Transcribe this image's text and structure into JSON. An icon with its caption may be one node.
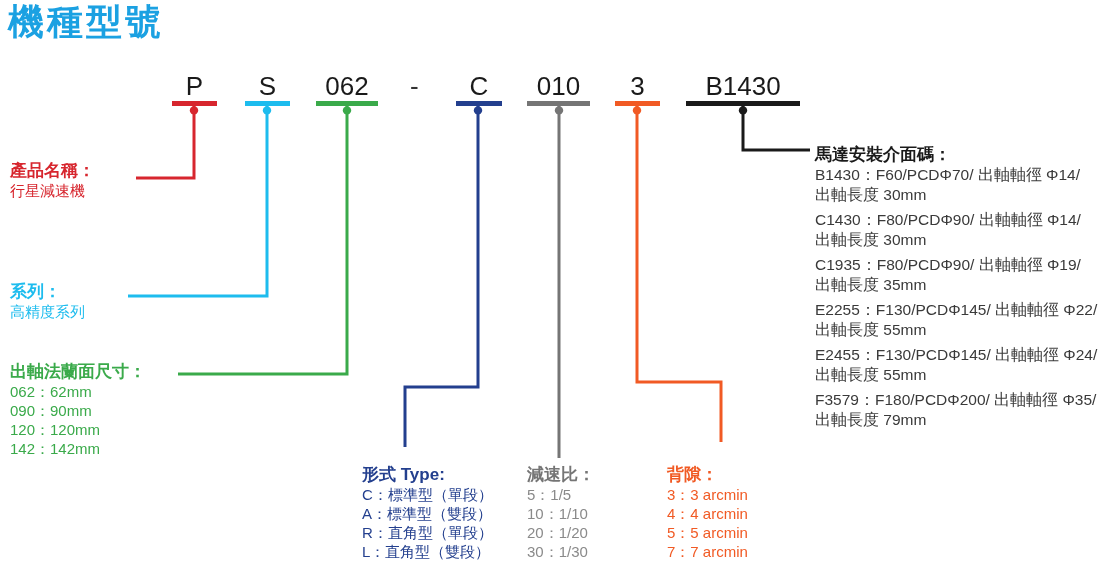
{
  "diagram": {
    "title": "機種型號",
    "nodes": [
      {
        "text": [
          "P"
        ]
      },
      {
        "text": [
          "S"
        ]
      },
      {
        "text": [
          "062"
        ]
      },
      {
        "text": [
          "C"
        ]
      },
      {
        "text": [
          "010"
        ]
      },
      {
        "text": [
          "3"
        ]
      },
      {
        "text": [
          "B1430"
        ]
      },
      {
        "text": [
          "產品名稱：",
          "行星減速機"
        ]
      },
      {
        "text": [
          "系列：",
          "高精度系列"
        ]
      },
      {
        "text": [
          "出軸法蘭面尺寸：",
          "062：62mm",
          "090：90mm",
          "120：120mm",
          "142：142mm"
        ]
      },
      {
        "text": [
          "形式 Type:",
          "C：標準型（單段）",
          "A：標準型（雙段）",
          "R：直角型（單段）",
          "L：直角型（雙段）"
        ]
      },
      {
        "text": [
          "減速比：",
          "5：1/5",
          "10：1/10",
          "20：1/20",
          "30：1/30"
        ]
      },
      {
        "text": [
          "背隙：",
          "3：3 arcmin",
          "4：4 arcmin",
          "5：5 arcmin",
          "7：7 arcmin"
        ]
      },
      {
        "text": [
          "馬達安裝介面碼：",
          "B1430：F60/PCDΦ70/ 出軸軸徑 Φ14/ 出軸長度 30mm",
          "C1430：F80/PCDΦ90/ 出軸軸徑 Φ14/ 出軸長度 30mm",
          "C1935：F80/PCDΦ90/ 出軸軸徑 Φ19/ 出軸長度 35mm",
          "E2255：F130/PCDΦ145/ 出軸軸徑 Φ22/ 出軸長度 55mm",
          "E2455：F130/PCDΦ145/ 出軸軸徑 Φ24/ 出軸長度 55mm",
          "F3579：F180/PCDΦ200/ 出軸軸徑 Φ35/ 出軸長度 79mm"
        ]
      }
    ],
    "edges": [
      {
        "from": 0,
        "to": 7,
        "arrow": "other",
        "color": "#d7262e"
      },
      {
        "from": 1,
        "to": 8,
        "arrow": "other",
        "color": "#1dbcee"
      },
      {
        "from": 2,
        "to": 9,
        "arrow": "other",
        "color": "#3aaa4a"
      },
      {
        "from": 3,
        "to": 10,
        "arrow": "other",
        "color": "#233f8e"
      },
      {
        "from": 4,
        "to": 11,
        "arrow": "other",
        "color": "#757575"
      },
      {
        "from": 5,
        "to": 12,
        "arrow": "other",
        "color": "#f15a24"
      },
      {
        "from": 6,
        "to": 13,
        "arrow": "other",
        "color": "#1a1a1a"
      }
    ],
    "labels": [
      "-"
    ]
  }
}
